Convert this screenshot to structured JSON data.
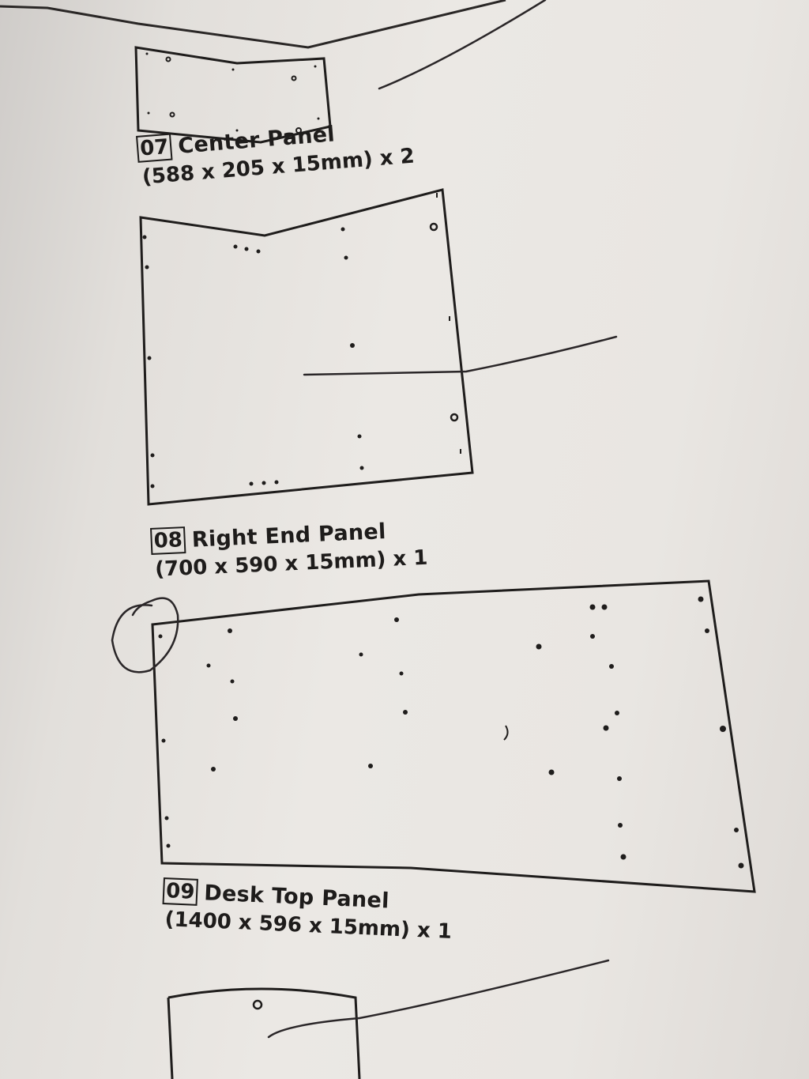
{
  "parts": [
    {
      "number": "07",
      "name": "Center Panel",
      "dimensions": "(588 x 205 x 15mm) x 2"
    },
    {
      "number": "08",
      "name": "Right End Panel",
      "dimensions": "(700 x 590 x 15mm) x 1"
    },
    {
      "number": "09",
      "name": "Desk Top Panel",
      "dimensions": "(1400 x 596 x 15mm) x 1"
    }
  ]
}
